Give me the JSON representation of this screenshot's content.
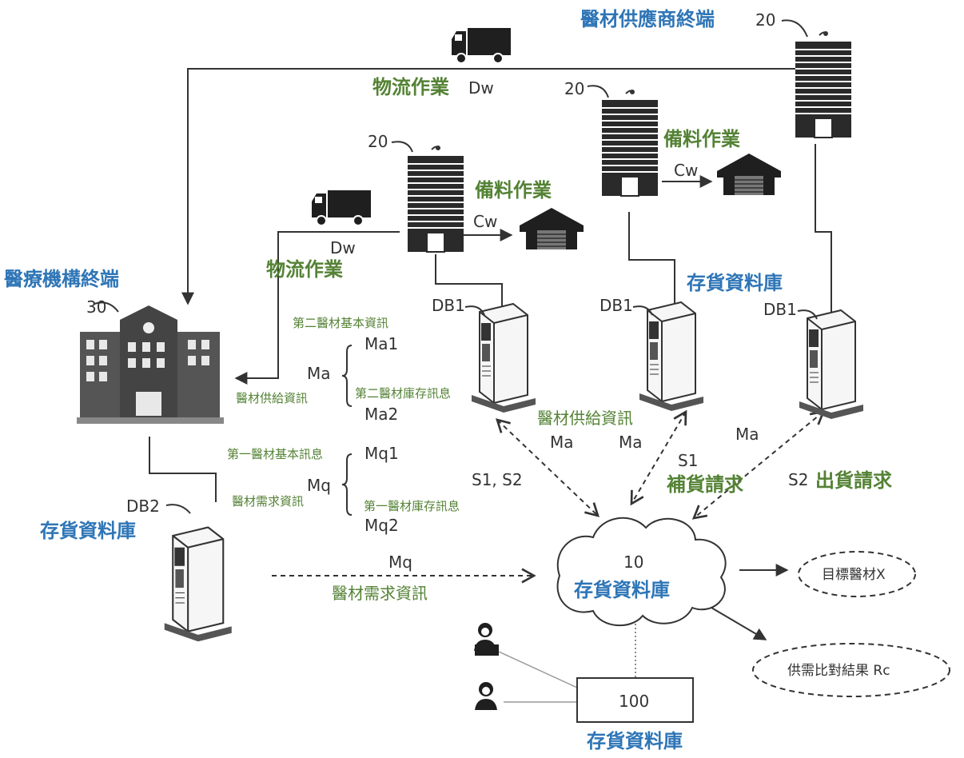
{
  "labels": {
    "supplier_terminal": "醫材供應商終端",
    "supplier_id": "20",
    "building_id": "20",
    "medical_terminal": "醫療機構終端",
    "medical_id": "30",
    "logistics": "物流作業",
    "dw": "Dw",
    "preparation": "備料作業",
    "cw": "Cw",
    "inventory_db": "存貨資料庫",
    "db1": "DB1",
    "db2": "DB2",
    "second_basic": "第二醫材基本資訊",
    "ma1": "Ma1",
    "ma": "Ma",
    "second_stock": "第二醫材庫存訊息",
    "supply_info": "醫材供給資訊",
    "ma2": "Ma2",
    "first_basic": "第一醫材基本訊息",
    "mq1": "Mq1",
    "mq": "Mq",
    "demand_info": "醫材需求資訊",
    "first_stock": "第一醫材庫存訊息",
    "mq2": "Mq2",
    "s1s2": "S1, S2",
    "s1": "S1",
    "replenish": "補貨請求",
    "s2": "S2",
    "ship": "出貨請求",
    "cloud_id": "10",
    "target": "目標醫材X",
    "result": "供需比對結果 Rc",
    "box_id": "100"
  },
  "icons": [
    "truck-icon",
    "building-icon",
    "warehouse-icon",
    "server-icon",
    "hospital-icon",
    "cloud-icon",
    "user-icon"
  ],
  "colors": {
    "blue": "#2e75b6",
    "green": "#548235",
    "dark": "#1f1f1f"
  }
}
